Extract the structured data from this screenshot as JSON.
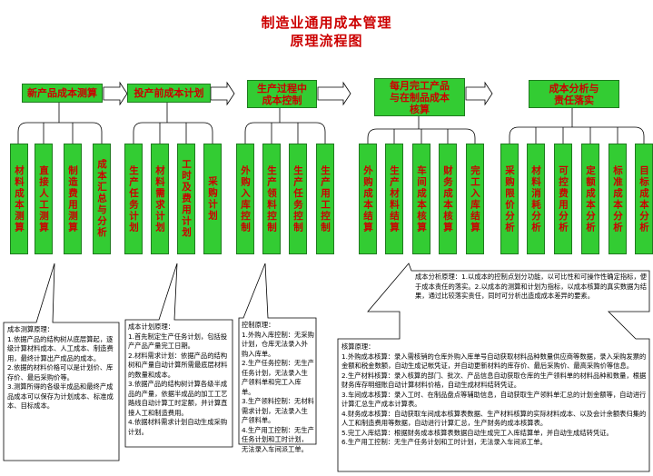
{
  "title": {
    "line1": "制造业通用成本管理",
    "line2": "原理流程图"
  },
  "stages": [
    {
      "label": "新产品成本测算"
    },
    {
      "label": "投产前成本计划"
    },
    {
      "label": "生产过程中\n成本控制"
    },
    {
      "label": "每月完工产品\n与在制品成本\n核算"
    },
    {
      "label": "成本分析与\n责任落实"
    }
  ],
  "groups": [
    [
      "材料成本测算",
      "直接人工测算",
      "制造费用测算",
      "成本汇总与分析"
    ],
    [
      "生产任务计划",
      "材料需求计划",
      "工时及费用计划",
      "采购计划"
    ],
    [
      "外购入库控制",
      "生产领料控制",
      "生产任务控制",
      "生产用工控制"
    ],
    [
      "外购成本结算",
      "生产材料结算",
      "车间成本核算",
      "财务成本核算",
      "完工入库结算"
    ],
    [
      "采购限价分析",
      "材料消耗分析",
      "可控费用分析",
      "定额成本分析",
      "标准成本分析",
      "目标成本分析"
    ]
  ],
  "notes": {
    "n1": "成本测算原理：\n1.依据产品的结构树从底层算起，逐级计算材料成本、人工成本、制造费用，最终计算出产成品的成本。\n2.依据的材料价格可以是计划价、库存价、最后采购价等。\n3.测算所得的各级半成品和最终产成品成本可以保存为计划成本、标准成本、目标成本。",
    "n2": "成本计划原理：\n1.首先制定生产任务计划，包括投产产品产量完工日期。\n2.材料需求计划：依据产品的结构树和产量自动计算所需最底层材料的数量和成本。\n3.依据产品的结构树计算各级半成品的产量，依据半成品的加工工艺路线自动计算工时定额，并计算直接人工和制造费用。\n4.依据材料需求计划自动生成采购计划。",
    "n3": "控制原理：\n1.外购入库控制：无采购计划，仓库无法录入外购入库单。\n2.生产任务控制：无生产任务计划，无法录入生产领料单和完工入库单。\n3.生产领料控制：无材料需求计划，无法录入生产领料单。\n4.生产用工控制：无生产任务计划和工时计划，无法录入车间派工单。",
    "n4": "核算原理：\n1.外购成本核算：录入需核销的仓库外购入库单号自动获取材料品种数量供应商等数据，录入采购发票的金额和税金数额，自动生成记帐凭证，并自动更新材料的库存价、最后采购价、最高采购价等信息。\n2.生产材料核算：录入核算的部门、批次、产品信息自动获取仓库的生产领料单的材料品种和数量，根据财务库存明细账自动计算材料价格，自动生成材料结转凭证。\n3.车间成本核算：录入工时、在制品盘点等辅助信息，自动获取生产领料单汇总的计划金额等，自动进行计算汇总生产成本计算表。\n4.财务成本核算：自动获取车间成本核算表数据、生产材料核算的实际材料成本、以及会计余额表归集的人工和制造费用等数据，自动进行计算汇总，生产财务的成本核算表。\n5.完工入库结算：根据财务成本核算表数据自动生成完工入库结算单，并自动生成结转凭证。\n6.生产用工控制：无生产任务计划和工时计划，无法录入车间派工单。",
    "n5": "成本分析原理：1.以成本的控制点划分功能，以可比性和可操作性确定指标，便于成本责任的落实。2.以成本的测算和计划为指标，以成本核算的真实数据为结果，通过比较落实责任，同时可分析出造成成本差异的要素。"
  },
  "colors": {
    "box_fill": "#33cc33",
    "box_text": "#cc0000",
    "title": "#cc0000",
    "connector": "#000000"
  }
}
